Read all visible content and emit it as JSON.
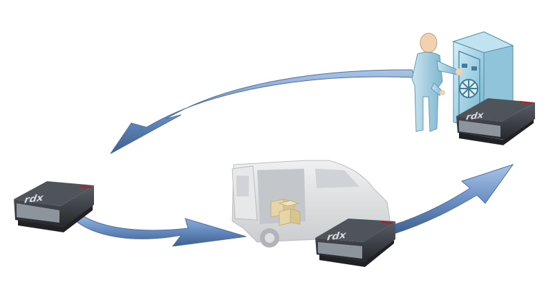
{
  "colors": {
    "background": "#ffffff",
    "arrow_fill": "#6d92c6",
    "arrow_dark": "#3e5f8e",
    "cartridge_body": "#3a3d42",
    "cartridge_label": "#8d949b",
    "cartridge_accent": "#c8141c",
    "vault_fill": "#9fd2e6",
    "person_fill": "#a9cfe0",
    "person_head": "#f0d2b0",
    "van_fill": "#d4d6d8",
    "box_fill": "#e4d3a7"
  },
  "icons": {
    "person": "person-icon",
    "vault": "vault-safe-icon",
    "van": "delivery-van-icon",
    "boxes": "cardboard-boxes-icon",
    "cartridge": "rdx-cartridge-icon"
  },
  "cartridges": [
    {
      "name": "cartridge-left",
      "logo": "rdx"
    },
    {
      "name": "cartridge-center",
      "logo": "rdx"
    },
    {
      "name": "cartridge-vault",
      "logo": "rdx"
    }
  ]
}
